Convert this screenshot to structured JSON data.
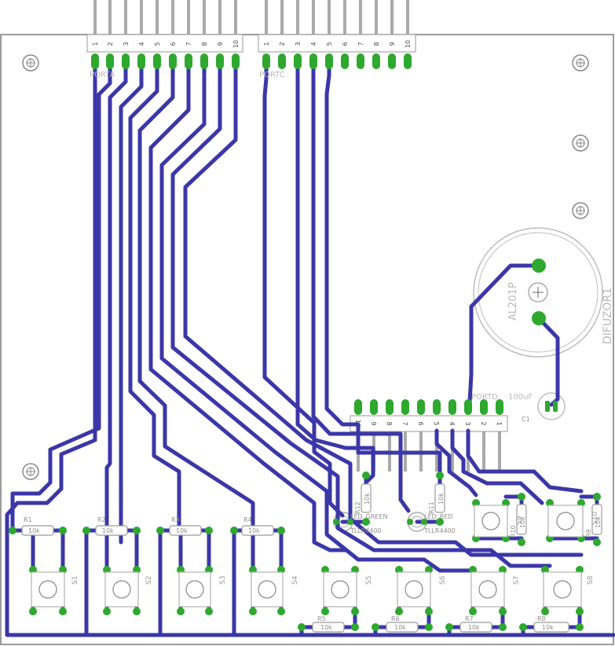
{
  "board": {
    "outline_color": "#7a7a7a",
    "trace_color": "#3b37a8",
    "pad_color": "#2ea82e",
    "silk_color": "#bdbdbd"
  },
  "headers": {
    "porta": {
      "label": "PORTA",
      "pins": [
        "1",
        "2",
        "3",
        "4",
        "5",
        "6",
        "7",
        "8",
        "9",
        "10"
      ]
    },
    "portc": {
      "label": "PORTC",
      "pins": [
        "1",
        "2",
        "3",
        "4",
        "5",
        "6",
        "7",
        "8",
        "9",
        "10"
      ]
    },
    "portd": {
      "label": "PORTD",
      "pins": [
        "10",
        "9",
        "8",
        "7",
        "6",
        "5",
        "4",
        "3",
        "2",
        "1"
      ]
    }
  },
  "components": {
    "buzzer": {
      "name": "DIFUZOR1",
      "part": "AL201P"
    },
    "capacitor": {
      "name": "C1",
      "value": "100uF"
    },
    "led_green": {
      "label": "LED_GREEN",
      "part": "TLLR4400"
    },
    "led_red": {
      "label": "LED_RED",
      "part": "TLLR4400"
    },
    "resistor_value": "10k",
    "resistors": [
      "R1",
      "R2",
      "R3",
      "R4",
      "R5",
      "R6",
      "R7",
      "R8",
      "R9",
      "R10",
      "R11",
      "R12"
    ],
    "switches": [
      "S1",
      "S2",
      "S3",
      "S4",
      "S5",
      "S6",
      "S7",
      "S8",
      "S9",
      "S10"
    ]
  }
}
